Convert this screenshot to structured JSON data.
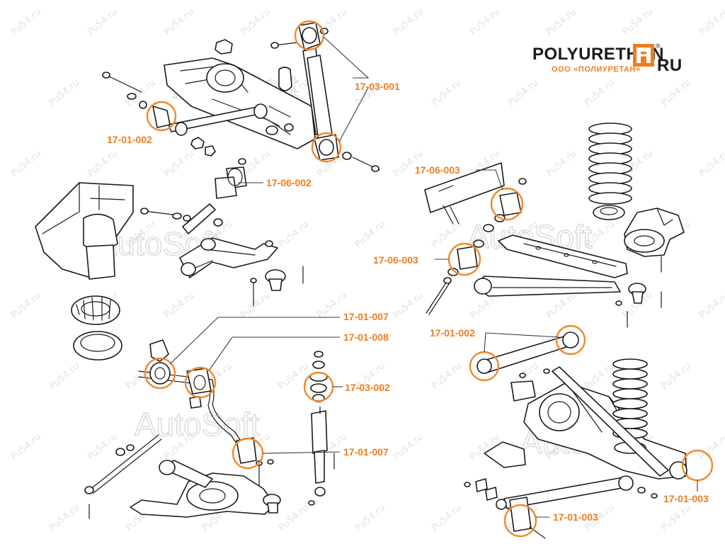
{
  "logo": {
    "name_left": "POLYURETHAN",
    "name_right": "RU",
    "registered": "®",
    "subtitle": "ООО «ПОЛИУРЕТАН»",
    "accent_color": "#ef7d20",
    "text_color": "#1b1b1b"
  },
  "watermark": {
    "brand": "AutoSoft",
    "site": "Pu54.ru"
  },
  "callouts": [
    {
      "code": "17-03-001"
    },
    {
      "code": "17-01-002"
    },
    {
      "code": "17-06-002"
    },
    {
      "code": "17-06-003"
    },
    {
      "code": "17-06-003"
    },
    {
      "code": "17-01-007"
    },
    {
      "code": "17-01-008"
    },
    {
      "code": "17-03-002"
    },
    {
      "code": "17-01-007"
    },
    {
      "code": "17-01-002"
    },
    {
      "code": "17-01-003"
    },
    {
      "code": "17-01-003"
    }
  ],
  "highlight_color": "#f0892a"
}
